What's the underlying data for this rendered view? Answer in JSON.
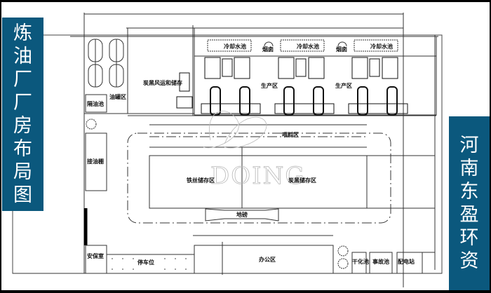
{
  "title_left": {
    "text": "炼油厂厂房布局图",
    "chars": [
      "炼",
      "油",
      "厂",
      "厂",
      "房",
      "布",
      "局",
      "图"
    ]
  },
  "title_right": {
    "text": "河南东盈环资",
    "chars": [
      "河",
      "南",
      "东",
      "盈",
      "环",
      "资"
    ]
  },
  "watermark": "DOING",
  "colors": {
    "banner_bg": "#0b587d",
    "banner_text": "#ffffff",
    "line": "#333333",
    "background": "#ffffff"
  },
  "areas": {
    "cooling_pool_1": "冷却水池",
    "cooling_pool_2": "冷却水池",
    "cooling_pool_3": "冷却水池",
    "chimney_1": "烟囱",
    "chimney_2": "烟囱",
    "carbon_transport": "炭黑风运和储存",
    "production_1": "生产区",
    "production_2": "生产区",
    "tank_area": "油罐区",
    "oil_separator": "隔油池",
    "oil_receiving": "接油棚",
    "feeding_area": "喂料区",
    "steel_wire_storage": "铁丝储存区",
    "carbon_black_storage": "炭黑储存区",
    "weighbridge": "地磅",
    "security_room": "安保室",
    "parking": "停车位",
    "office": "办公区",
    "dry_pool": "干化池",
    "accident_pool": "事故池",
    "power_station": "配电站"
  }
}
